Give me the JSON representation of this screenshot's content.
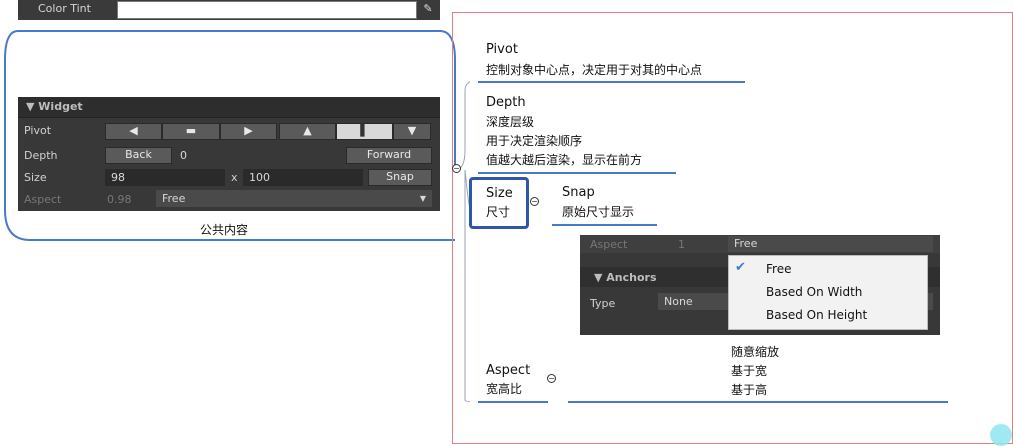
{
  "top_strip": {
    "label": "Color Tint"
  },
  "widget": {
    "title": "Widget",
    "rows": {
      "pivot": {
        "label": "Pivot"
      },
      "depth": {
        "label": "Depth",
        "back": "Back",
        "value": "0",
        "forward": "Forward"
      },
      "size": {
        "label": "Size",
        "width": "98",
        "x": "x",
        "height": "100",
        "snap": "Snap"
      },
      "aspect": {
        "label": "Aspect",
        "value": "0.98",
        "mode": "Free"
      }
    },
    "caption": "公共内容"
  },
  "nodes": {
    "pivot": {
      "title": "Pivot",
      "desc": "控制对象中心点，决定用于对其的中心点"
    },
    "depth": {
      "title": "Depth",
      "line1": "深度层级",
      "line2": "用于决定渲染顺序",
      "line3": "值越大越后渲染，显示在前方"
    },
    "size": {
      "title": "Size",
      "sub": "尺寸"
    },
    "snap": {
      "title": "Snap",
      "desc": "原始尺寸显示"
    },
    "aspect": {
      "title": "Aspect",
      "sub": "宽高比"
    }
  },
  "inset": {
    "aspect_label": "Aspect",
    "aspect_value": "1",
    "aspect_mode": "Free",
    "anchors_title": "Anchors",
    "type_label": "Type",
    "type_value": "None"
  },
  "dropdown": {
    "options": [
      "Free",
      "Based On Width",
      "Based On Height"
    ],
    "selected": "Free"
  },
  "notes": {
    "line1": "随意缩放",
    "line2": "基于宽",
    "line3": "基于高"
  },
  "colors": {
    "accent": "#4a79c9",
    "frame": "#e08080",
    "panel": "#383838"
  }
}
